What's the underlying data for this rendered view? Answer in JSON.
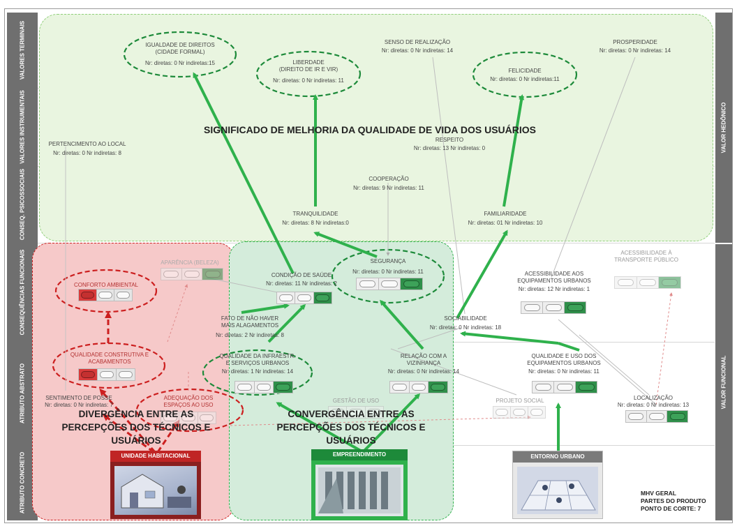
{
  "bands": {
    "valores_terminais": "VALORES TERMINAIS",
    "valores_instrumentais": "VALORES INSTRUMENTAIS",
    "conseq_psicossociais": "CONSEQ. PSICOSSOCIAIS",
    "consequencias_funcionais": "CONSEQUÊNCIAS FUNCIONAIS",
    "atributo_abstrato": "ATRIBUTO ABSTRATO",
    "atributo_concreto": "ATRIBUTO CONCRETO"
  },
  "side": {
    "valor_hedonico": "VALOR HEDÔNICO",
    "valor_funcional": "VALOR FUNCIONAL"
  },
  "headline": "SIGNIFICADO DE MELHORIA DA QUALIDADE DE VIDA DOS USUÁRIOS",
  "divergencia": {
    "line1": "DIVERGÊNCIA ENTRE AS",
    "line2": "PERCEPÇÕES DOS TÉCNICOS E",
    "line3": "USUÁRIOS"
  },
  "convergencia": {
    "line1": "CONVERGÊNCIA ENTRE AS",
    "line2": "PERCEPÇÕES DOS TÉCNICOS E",
    "line3": "USUÁRIOS"
  },
  "nodes": {
    "igualdade": {
      "l1": "IGUALDADE DE DIREITOS",
      "l2": "(CIDADE FORMAL)",
      "counts": "Nr: diretas: 0 Nr indiretas:15"
    },
    "liberdade": {
      "l1": "LIBERDADE",
      "l2": "(DIREITO DE IR E VIR)",
      "counts": "Nr: diretas: 0 Nr indiretas: 11"
    },
    "senso": {
      "l1": "SENSO DE REALIZAÇÃO",
      "counts": "Nr: diretas: 0 Nr indiretas: 14"
    },
    "felicidade": {
      "l1": "FELICIDADE",
      "counts": "Nr: diretas: 0 Nr indiretas:11"
    },
    "prosperidade": {
      "l1": "PROSPERIDADE",
      "counts": "Nr: diretas: 0 Nr indiretas: 14"
    },
    "pertencimento": {
      "l1": "PERTENCIMENTO AO LOCAL",
      "counts": "Nr: diretas: 0 Nr indiretas: 8"
    },
    "respeito": {
      "l1": "RESPEITO",
      "counts": "Nr: diretas: 13 Nr indiretas: 0"
    },
    "cooperacao": {
      "l1": "COOPERAÇÃO",
      "counts": "Nr: diretas: 9  Nr indiretas: 11"
    },
    "tranquilidade": {
      "l1": "TRANQUILIDADE",
      "counts": "Nr: diretas: 8  Nr indiretas:0"
    },
    "familiaridade": {
      "l1": "FAMILIARIDADE",
      "counts": "Nr: diretas: 01  Nr indiretas: 10"
    },
    "conforto": {
      "l1": "CONFORTO AMBIENTAL"
    },
    "aparencia": {
      "l1": "APARÊNCIA (BELEZA)"
    },
    "condicao": {
      "l1": "CONDIÇÃO DE SAÚDE",
      "counts": "Nr: diretas: 11  Nr indiretas: 2"
    },
    "seguranca": {
      "l1": "SEGURANÇA",
      "counts": "Nr: diretas: 0  Nr indiretas: 11"
    },
    "acess_equip": {
      "l1": "ACESSIBILIDADE AOS",
      "l2": "EQUIPAMENTOS URBANOS",
      "counts": "Nr: diretas: 12   Nr indiretas: 1"
    },
    "acess_transp": {
      "l1": "ACESSIBILIDADE À",
      "l2": "TRANSPORTE PÚBLICO"
    },
    "fato": {
      "l1": "FATO DE NÃO HAVER",
      "l2": "MAIS ALAGAMENTOS",
      "counts": "Nr: diretas: 2    Nr indiretas: 8"
    },
    "sociabilidade": {
      "l1": "SOCIABILIDADE",
      "counts": "Nr: diretas: 0    Nr indiretas: 18"
    },
    "qual_constr": {
      "l1": "QUALIDADE CONSTRUTIVA E",
      "l2": "ACABAMENTOS"
    },
    "qual_infra": {
      "l1": "QUALIDADE DA INFRAESTR.",
      "l2": "E SERVIÇOS URBANOS",
      "counts": "Nr: diretas: 1     Nr indiretas: 14"
    },
    "relacao": {
      "l1": "RELAÇÃO COM A",
      "l2": "VIZINHANÇA",
      "counts": "Nr: diretas: 0      Nr indiretas: 14"
    },
    "qual_uso": {
      "l1": "QUALIDADE E USO DOS",
      "l2": "EQUIPAMENTOS URBANOS",
      "counts": "Nr: diretas: 0    Nr indiretas: 11"
    },
    "sentimento": {
      "l1": "SENTIMENTO DE POSSE",
      "counts": "Nr: diretas: 0    Nr indiretas: 7"
    },
    "adequacao": {
      "l1": "ADEQUAÇÃO DOS",
      "l2": "ESPAÇOS AO USO"
    },
    "gestao": {
      "l1": "GESTÃO DE USO"
    },
    "projeto": {
      "l1": "PROJETO SOCIAL"
    },
    "localizacao": {
      "l1": "LOCALIZAÇÃO",
      "counts": "Nr: diretas: 0     Nr indiretas: 13"
    }
  },
  "concrete": {
    "unidade": "UNIDADE HABITACIONAL",
    "empreendimento": "EMPREENDIMENTO",
    "entorno": "ENTORNO URBANO"
  },
  "footer": {
    "l1": "MHV GERAL",
    "l2": "PARTES DO PRODUTO",
    "l3": "PONTO DE CORTE:  7"
  },
  "colors": {
    "green_arrow": "#2fb14c",
    "red_arrow": "#cc1f1f",
    "dark_green": "#1d8a3a",
    "red_region": "#f6c9c9",
    "green_region": "#d4ecdb",
    "light_green_region": "#e9f5e0"
  }
}
